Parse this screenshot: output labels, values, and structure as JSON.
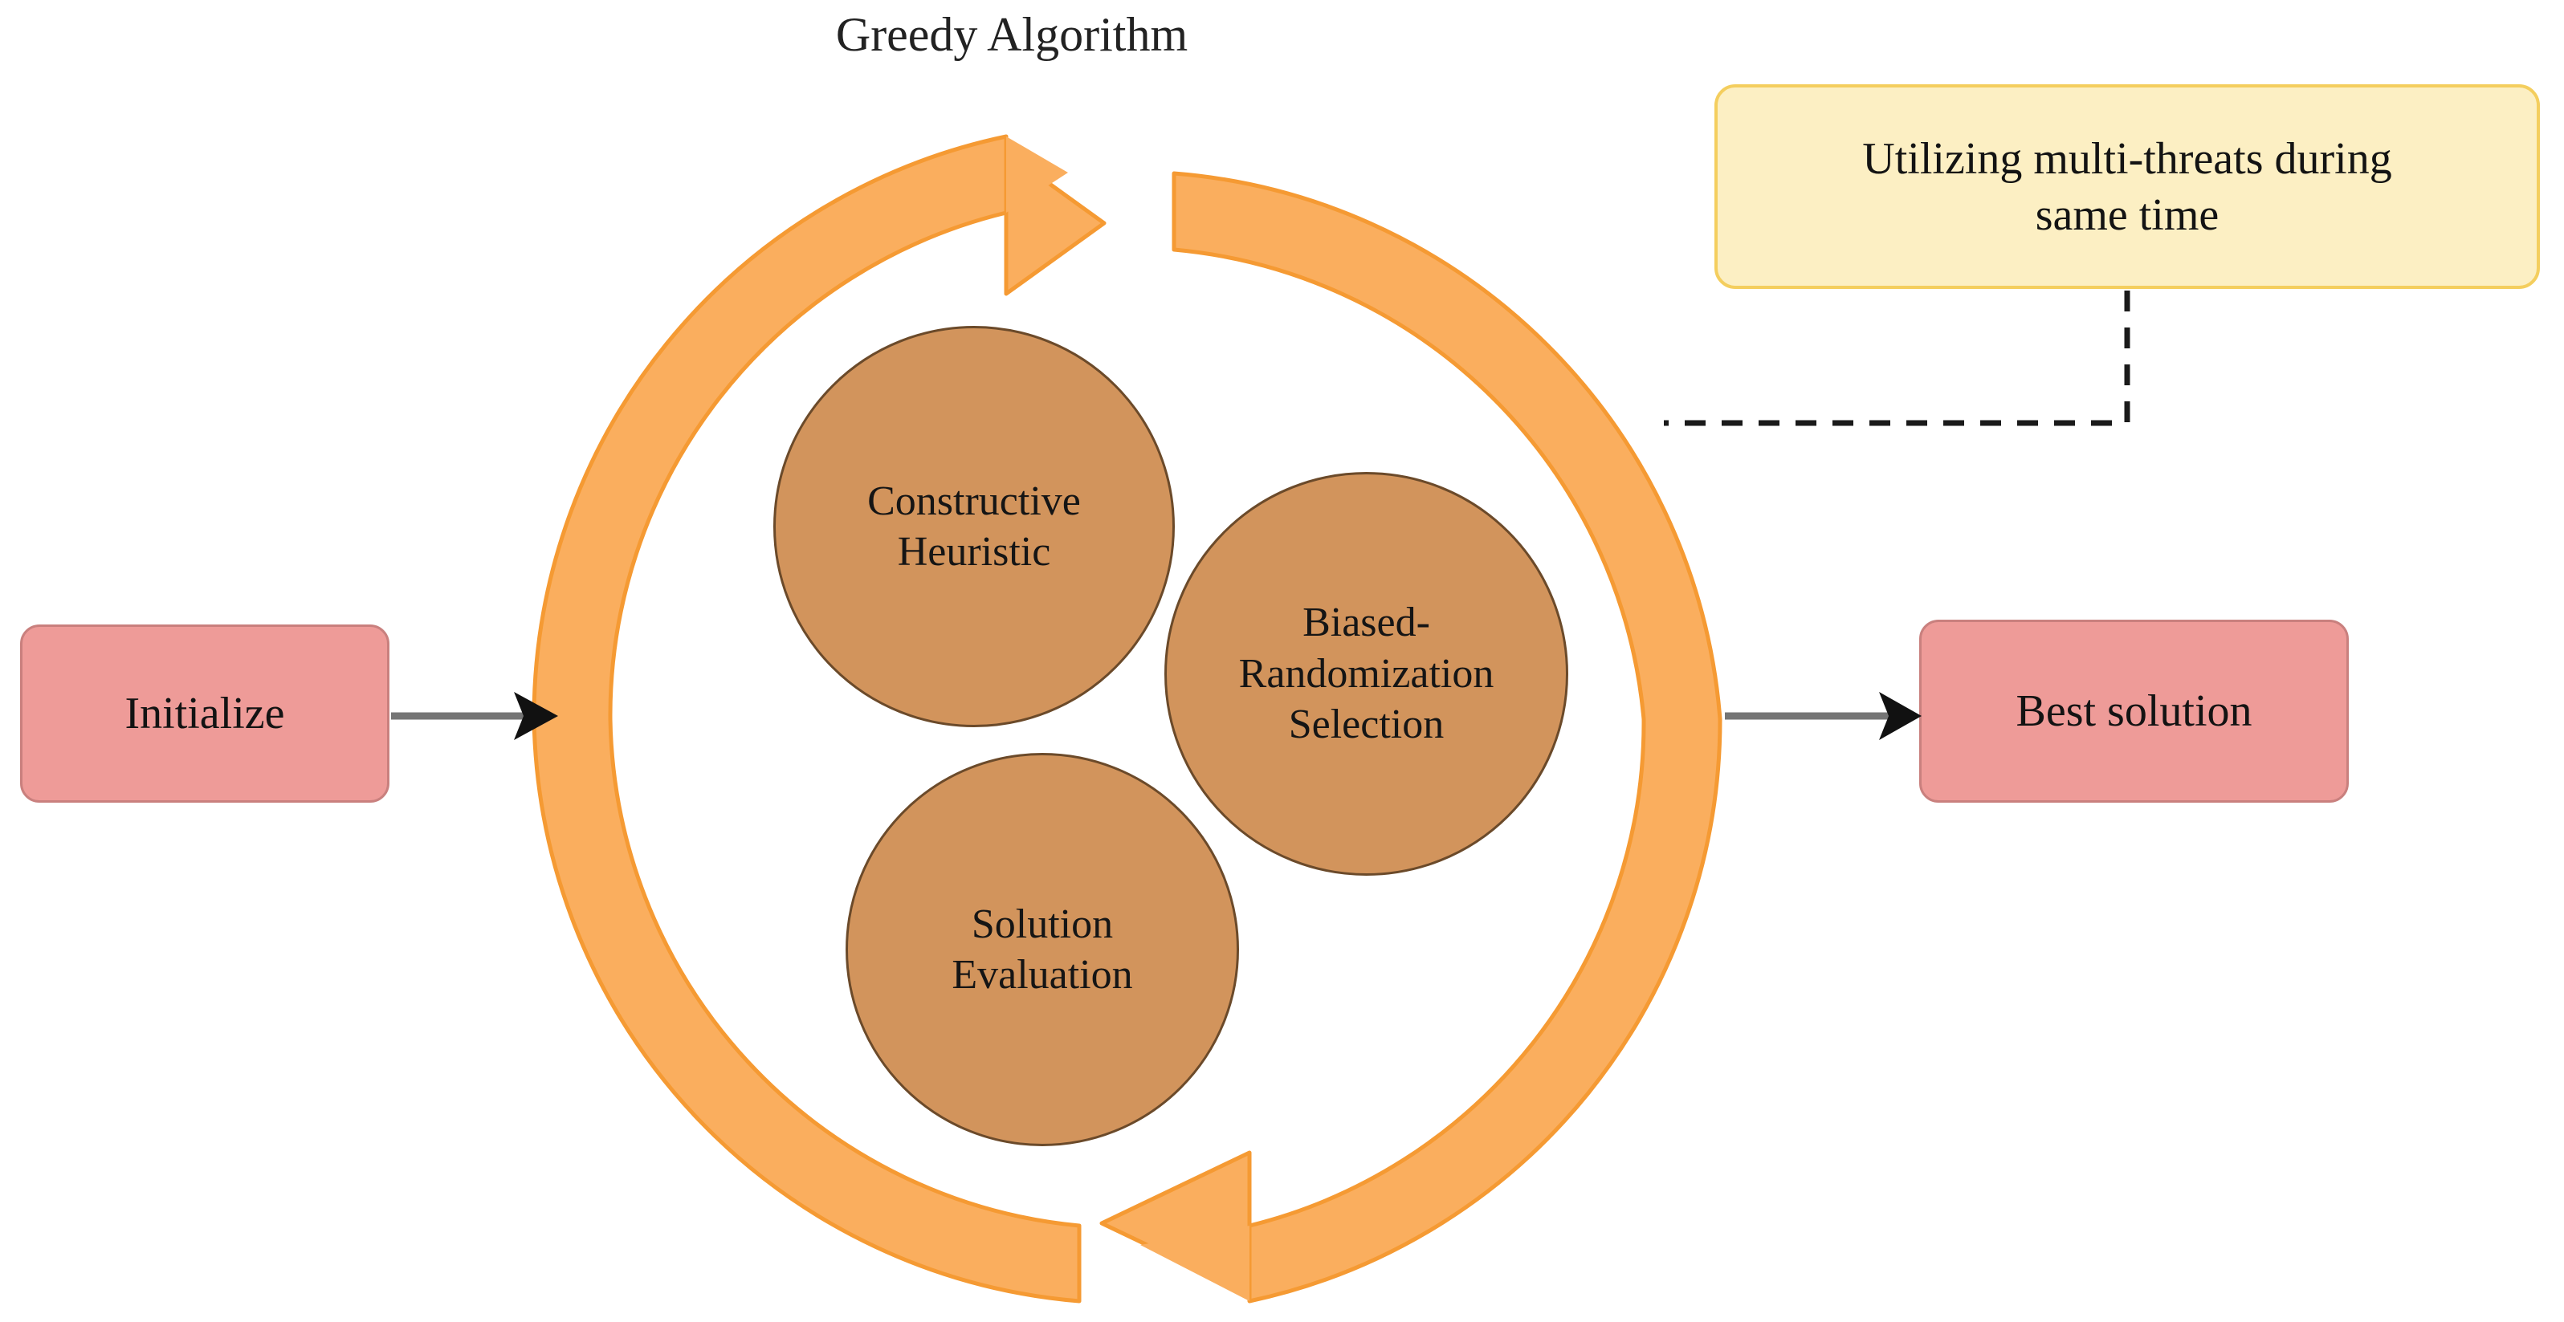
{
  "diagram": {
    "title": "Greedy Algorithm",
    "type": "cycle-process-flow",
    "background_color": "#ffffff"
  },
  "colors": {
    "ring_fill": "#FAAE5E",
    "ring_stroke": "#F59A33",
    "circle_fill": "#D2945C",
    "circle_stroke": "#6B4A2A",
    "end_box_fill": "#EE9B98",
    "end_box_stroke": "#C9807E",
    "callout_fill": "#FCEFC3",
    "callout_stroke": "#F4CE5E",
    "connector_line": "#757575",
    "connector_arrowhead": "#111111",
    "dashed_line": "#1a1a1a",
    "text": "#131313"
  },
  "start_node": {
    "label": "Initialize",
    "shape": "rounded-rectangle"
  },
  "end_node": {
    "label": "Best solution",
    "shape": "rounded-rectangle"
  },
  "cycle": {
    "direction": "clockwise",
    "arc_count": 2,
    "steps": [
      {
        "id": "constructive-heuristic",
        "lines": [
          "Constructive",
          "Heuristic"
        ],
        "shape": "circle"
      },
      {
        "id": "biased-randomization-selection",
        "lines": [
          "Biased-",
          "Randomization",
          "Selection"
        ],
        "shape": "circle"
      },
      {
        "id": "solution-evaluation",
        "lines": [
          "Solution",
          "Evaluation"
        ],
        "shape": "circle"
      }
    ]
  },
  "callout": {
    "lines": [
      "Utilizing multi-threats during",
      "same time"
    ],
    "text": "Utilizing multi-threats during same time",
    "connector_style": "dashed",
    "attached_to": "cycle-ring"
  },
  "connectors": [
    {
      "id": "initialize-to-cycle",
      "from": "Initialize",
      "to": "cycle-ring",
      "style": "solid-arrow"
    },
    {
      "id": "cycle-to-best-solution",
      "from": "cycle-ring",
      "to": "Best solution",
      "style": "solid-arrow"
    },
    {
      "id": "callout-to-cycle",
      "from": "callout",
      "to": "cycle-ring",
      "style": "dashed"
    }
  ]
}
